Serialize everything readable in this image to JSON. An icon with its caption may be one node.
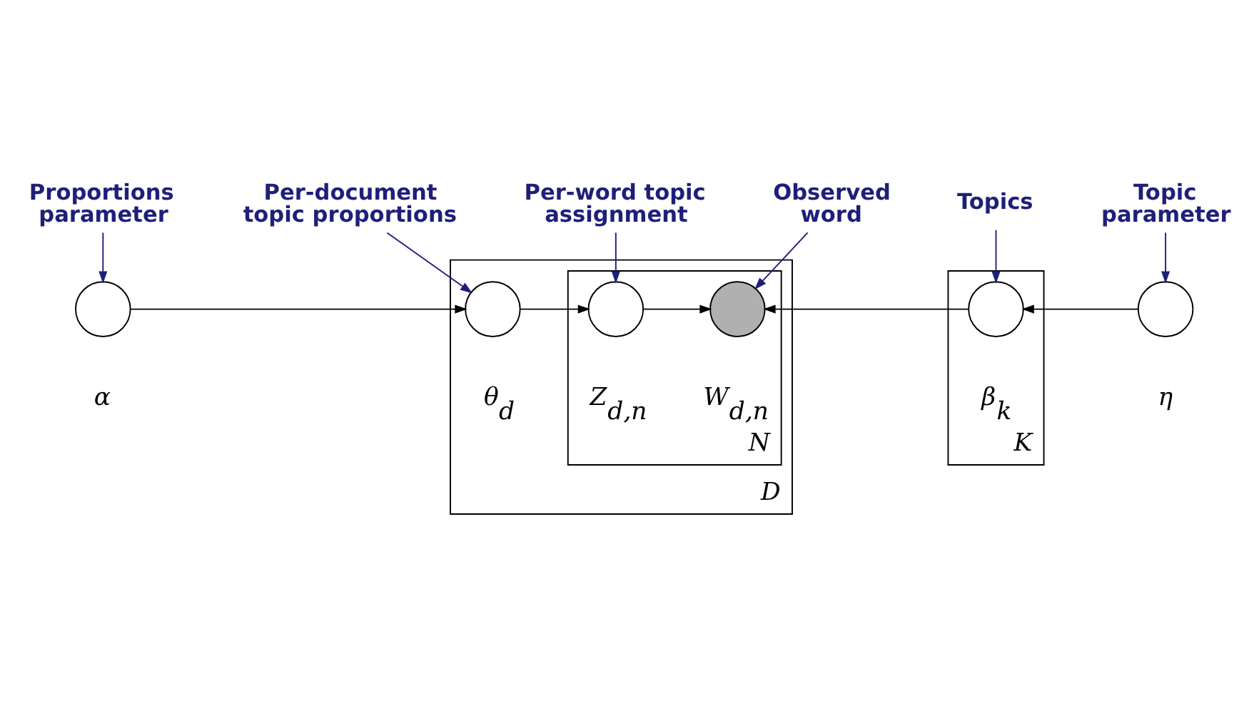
{
  "diagram": {
    "nodes": [
      {
        "text": [
          "Proportions parameter"
        ]
      },
      {
        "text": [
          "Per-word topic assignment"
        ]
      },
      {
        "text": [
          "Per-document topic proportions"
        ]
      },
      {
        "text": [
          "Observed word"
        ]
      },
      {
        "text": [
          "Topics"
        ]
      },
      {
        "text": [
          "Topic parameter"
        ]
      },
      {
        "text": [],
        "shape": "circle",
        "beside": [
          "α"
        ]
      },
      {
        "text": [
          "D"
        ]
      },
      {
        "text": [],
        "shape": "circle",
        "beside": [
          "θ$_{d}$"
        ],
        "in": 7
      },
      {
        "text": [
          "N"
        ],
        "in": 7
      },
      {
        "text": [],
        "shape": "circle",
        "beside": [
          "Z$_{d,n}$"
        ],
        "in": 9
      },
      {
        "text": [],
        "shape": "circle",
        "beside": [
          "W$_{d,n}$"
        ],
        "in": 9
      },
      {
        "text": [
          "K"
        ]
      },
      {
        "text": [],
        "shape": "circle",
        "beside": [
          "β$_{k}$"
        ],
        "in": 12
      },
      {
        "text": [],
        "shape": "circle",
        "beside": [
          "η"
        ]
      }
    ],
    "edges": [
      {
        "from": 0,
        "to": 6,
        "arrow": "to",
        "color": "#1f1f7a"
      },
      {
        "from": 2,
        "to": 8,
        "arrow": "to",
        "color": "#1f1f7a"
      },
      {
        "from": 1,
        "to": 10,
        "arrow": "to",
        "color": "#1f1f7a"
      },
      {
        "from": 3,
        "to": 11,
        "arrow": "to",
        "color": "#1f1f7a"
      },
      {
        "from": 4,
        "to": 13,
        "arrow": "to",
        "color": "#1f1f7a"
      },
      {
        "from": 5,
        "to": 14,
        "arrow": "to",
        "color": "#1f1f7a"
      },
      {
        "from": 6,
        "to": 8,
        "arrow": "to",
        "color": "#000000"
      },
      {
        "from": 8,
        "to": 10,
        "arrow": "to",
        "color": "#000000"
      },
      {
        "from": 10,
        "to": 11,
        "arrow": "to",
        "color": "#000000"
      },
      {
        "from": 13,
        "to": 11,
        "arrow": "to",
        "color": "#000000"
      },
      {
        "from": 14,
        "to": 13,
        "arrow": "to",
        "color": "#000000"
      }
    ]
  }
}
